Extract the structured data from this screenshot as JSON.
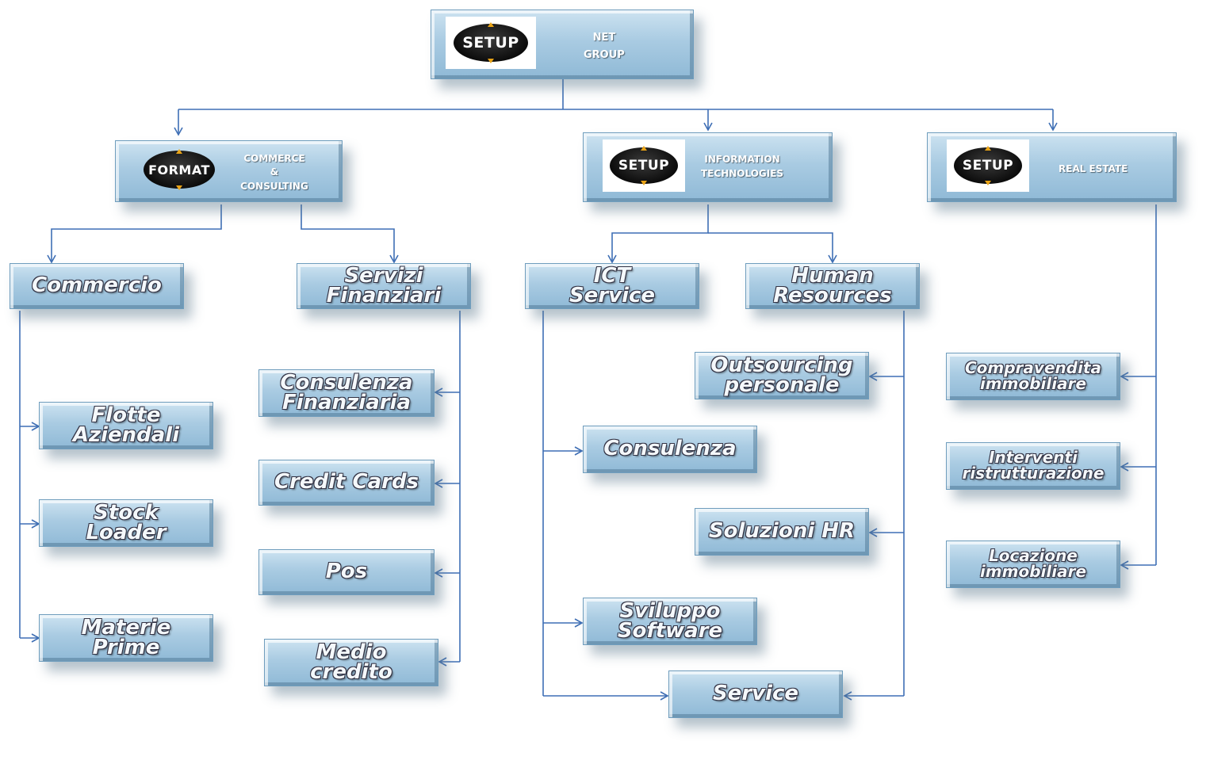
{
  "top": {
    "logo": "SETUP",
    "label": "NET\nGROUP"
  },
  "divisions": {
    "format": {
      "logo": "FORMAT",
      "label": "COMMERCE\n&\nCONSULTING"
    },
    "it": {
      "logo": "SETUP",
      "label": "INFORMATION\nTECHNOLOGIES"
    },
    "realestate": {
      "logo": "SETUP",
      "label": "REAL ESTATE"
    }
  },
  "nodes": {
    "commercio": "Commercio",
    "servizi_finanziari": "Servizi\nFinanziari",
    "ict_service": "ICT\nService",
    "human_resources": "Human\nResources",
    "flotte_aziendali": "Flotte\nAziendali",
    "stock_loader": "Stock\nLoader",
    "materie_prime": "Materie\nPrime",
    "consulenza_finanziaria": "Consulenza\nFinanziaria",
    "credit_cards": "Credit Cards",
    "pos": "Pos",
    "medio_credito": "Medio\ncredito",
    "outsourcing_personale": "Outsourcing\npersonale",
    "consulenza": "Consulenza",
    "soluzioni_hr": "Soluzioni HR",
    "sviluppo_software": "Sviluppo\nSoftware",
    "service": "Service",
    "compravendita_immobiliare": "Compravendita\nimmobiliare",
    "interventi_ristrutturazione": "Interventi\nristrutturazione",
    "locazione_immobiliare": "Locazione\nimmobiliare"
  },
  "colors": {
    "connector": "#3f6fb5",
    "box": "#a9cbe2",
    "logo_accent": "#e8a317"
  }
}
